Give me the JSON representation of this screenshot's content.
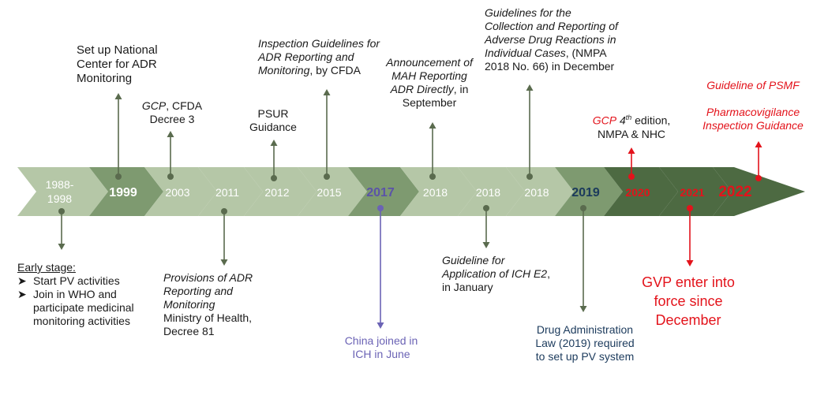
{
  "timeline": {
    "segments": [
      {
        "label_line1": "1988-",
        "label_line2": "1998",
        "fill": "#b5c7a7",
        "text_color": "#ffffff",
        "bold": false
      },
      {
        "label_line1": "1999",
        "label_line2": "",
        "fill": "#7e9a70",
        "text_color": "#ffffff",
        "bold": true
      },
      {
        "label_line1": "2003",
        "label_line2": "",
        "fill": "#b5c7a7",
        "text_color": "#ffffff",
        "bold": false
      },
      {
        "label_line1": "2011",
        "label_line2": "",
        "fill": "#b5c7a7",
        "text_color": "#ffffff",
        "bold": false
      },
      {
        "label_line1": "2012",
        "label_line2": "",
        "fill": "#b5c7a7",
        "text_color": "#ffffff",
        "bold": false
      },
      {
        "label_line1": "2015",
        "label_line2": "",
        "fill": "#b5c7a7",
        "text_color": "#ffffff",
        "bold": false
      },
      {
        "label_line1": "2017",
        "label_line2": "",
        "fill": "#7e9a70",
        "text_color": "#5b53a8",
        "bold": true
      },
      {
        "label_line1": "2018",
        "label_line2": "",
        "fill": "#b5c7a7",
        "text_color": "#ffffff",
        "bold": false
      },
      {
        "label_line1": "2018",
        "label_line2": "",
        "fill": "#b5c7a7",
        "text_color": "#ffffff",
        "bold": false
      },
      {
        "label_line1": "2018",
        "label_line2": "",
        "fill": "#b5c7a7",
        "text_color": "#ffffff",
        "bold": false
      },
      {
        "label_line1": "2019",
        "label_line2": "",
        "fill": "#7e9a70",
        "text_color": "#1b3a5c",
        "bold": true
      },
      {
        "label_line1": "2020",
        "label_line2": "",
        "fill": "#4d6a42",
        "text_color": "#e3131b",
        "bold": true
      },
      {
        "label_line1": "2021",
        "label_line2": "",
        "fill": "#4d6a42",
        "text_color": "#e3131b",
        "bold": true
      },
      {
        "label_line1": "2022",
        "label_line2": "",
        "fill": "#4d6a42",
        "text_color": "#e3131b",
        "bold": true
      }
    ]
  },
  "events": {
    "e1999": {
      "text": "Set up National Center for ADR Monitoring"
    },
    "e2003": {
      "italic": "GCP",
      "text": ", CFDA Decree 3"
    },
    "e2012": {
      "text": "PSUR Guidance"
    },
    "e2015": {
      "italic": "Inspection Guidelines for ADR Reporting and Monitoring",
      "text": ", by CFDA"
    },
    "e2018a": {
      "italic": "Announcement of MAH Reporting ADR Directly",
      "text": ", in September"
    },
    "e2018c": {
      "italic": "Guidelines for the Collection and Reporting of Adverse Drug Reactions in Individual Cases",
      "text": ", (NMPA 2018 No. 66) in December"
    },
    "e2020": {
      "italic": "GCP",
      "sup": "th",
      "italic_num": "4",
      "text_mid": " edition,",
      "text": "NMPA & NHC"
    },
    "e2022": {
      "line1": "Guideline of PSMF",
      "line2": "Pharmacovigilance Inspection Guidance"
    },
    "e1988": {
      "title": "Early stage:",
      "items": [
        "Start PV activities",
        "Join in WHO and participate medicinal monitoring activities"
      ]
    },
    "e2011": {
      "italic": "Provisions of ADR Reporting and Monitoring",
      "text": "Ministry of Health, Decree 81"
    },
    "e2017": {
      "text": "China joined in ICH in June"
    },
    "e2018b": {
      "italic": "Guideline for Application of ICH E2",
      "text": ", in January"
    },
    "e2019": {
      "text": "Drug Administration Law (2019) required to set up PV system"
    },
    "e2021": {
      "text": "GVP enter into force since December"
    }
  },
  "colors": {
    "connector": "#5a6b4e",
    "red": "#e3131b",
    "blue": "#6b63b5"
  }
}
